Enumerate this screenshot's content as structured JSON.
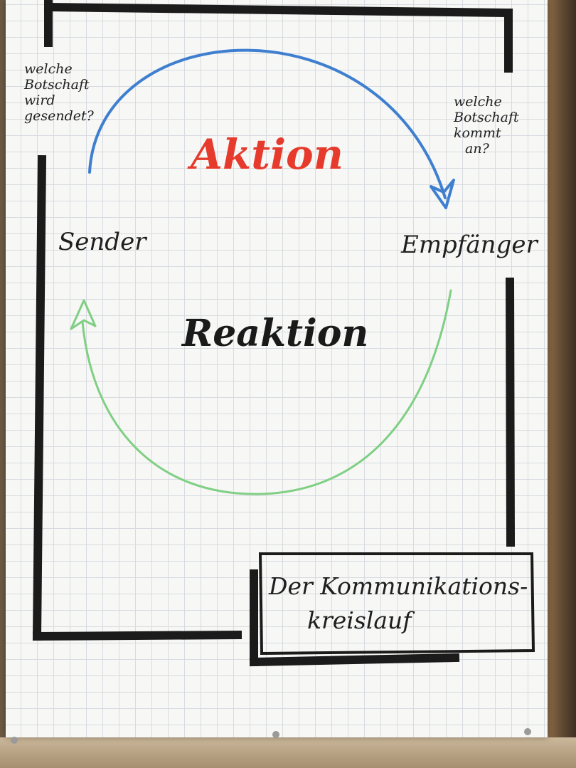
{
  "flipchart": {
    "question_sender": [
      "welche",
      "Botschaft",
      "wird",
      "gesendet?"
    ],
    "question_receiver": [
      "welche",
      "Botschaft",
      "kommt",
      "an?"
    ],
    "action_label": "Aktion",
    "sender_label": "Sender",
    "receiver_label": "Empfänger",
    "reaction_label": "Reaktion",
    "box_title": [
      "Der Kommunikations-",
      "kreislauf"
    ]
  },
  "colors": {
    "action_text": "#e63a2c",
    "action_arrow": "#3f7fcf",
    "reaction_arrow": "#7fcf84",
    "frame": "#1b1b1b"
  }
}
